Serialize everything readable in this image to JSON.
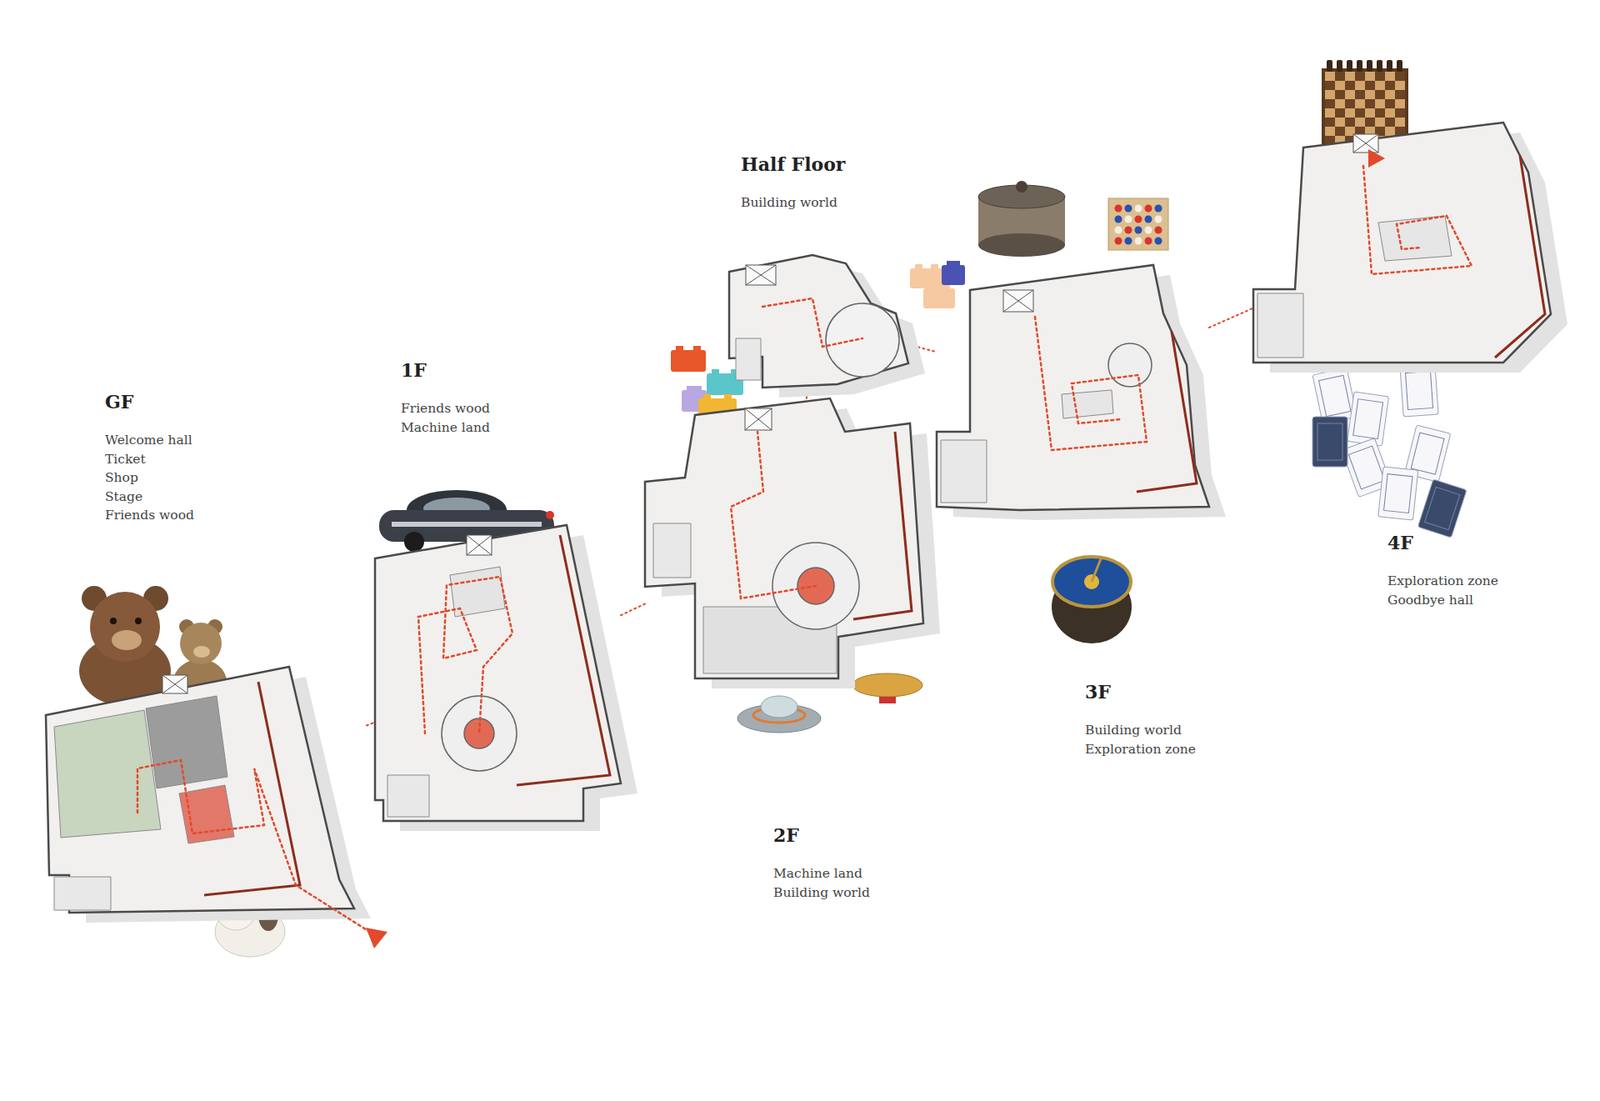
{
  "diagram": {
    "nodes": [
      {
        "text": [
          "GF",
          "Welcome hall",
          "Ticket",
          "Shop",
          "Stage",
          "Friends wood"
        ]
      },
      {
        "text": [
          "1F",
          "Friends wood",
          "Machine land"
        ]
      },
      {
        "text": [
          "2F",
          "Machine land",
          "Building world"
        ]
      },
      {
        "text": [
          "Half Floor",
          "Building world"
        ]
      },
      {
        "text": [
          "3F",
          "Building world",
          "Exploration zone"
        ]
      },
      {
        "text": [
          "4F",
          "Exploration zone",
          "Goodbye hall"
        ]
      }
    ],
    "edges": [
      {
        "from": 0,
        "to": 1,
        "arrow": "none"
      },
      {
        "from": 1,
        "to": 2,
        "arrow": "none"
      },
      {
        "from": 2,
        "to": 3,
        "arrow": "none"
      },
      {
        "from": 3,
        "to": 4,
        "arrow": "none"
      },
      {
        "from": 4,
        "to": 5,
        "arrow": "none"
      }
    ]
  }
}
